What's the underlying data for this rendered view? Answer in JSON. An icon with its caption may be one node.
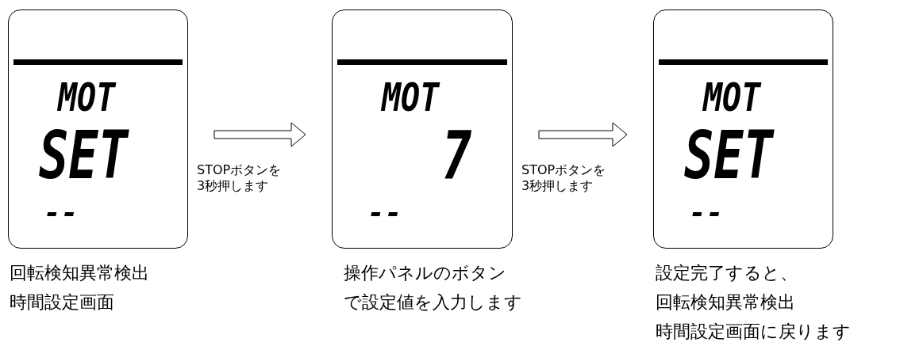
{
  "diagram": {
    "nodes": [
      {
        "text": [
          "MOT",
          "SET",
          "--"
        ],
        "beside": [
          "回転検知異常検出",
          "時間設定画面"
        ]
      },
      {
        "text": [
          "MOT",
          "7",
          "--"
        ],
        "beside": [
          "操作パネルのボタン",
          "で設定値を入力します"
        ]
      },
      {
        "text": [
          "MOT",
          "SET",
          "--"
        ],
        "beside": [
          "設定完了すると、",
          "回転検知異常検出",
          "時間設定画面に戻ります"
        ]
      }
    ],
    "edges": [
      {
        "from": 0,
        "to": 1,
        "arrow": "to",
        "label": "STOPボタンを3秒押します"
      },
      {
        "from": 1,
        "to": 2,
        "arrow": "to",
        "label": "STOPボタンを3秒押します"
      }
    ]
  }
}
